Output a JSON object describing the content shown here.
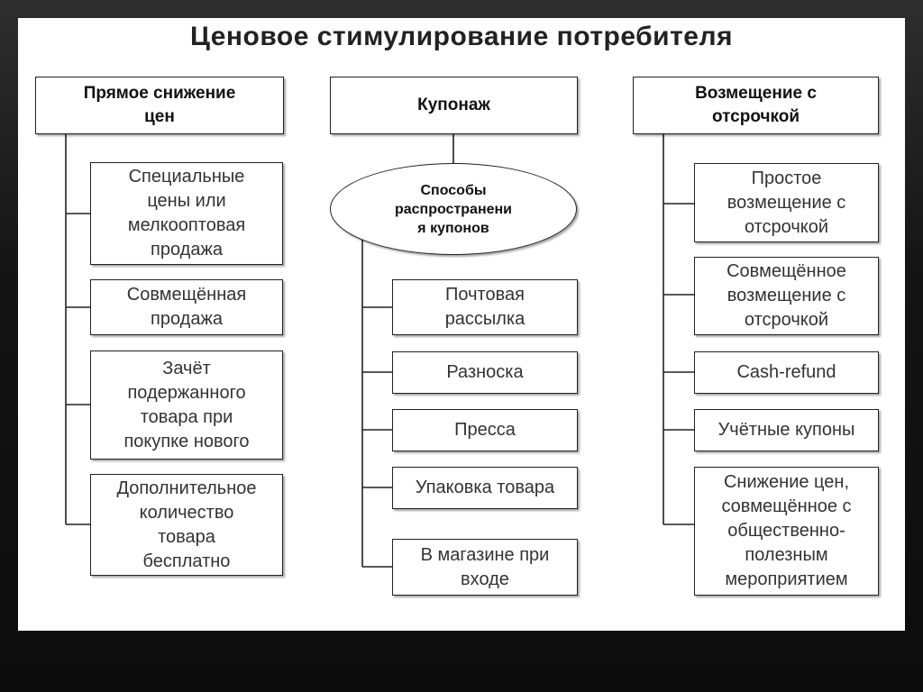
{
  "title": "Ценовое стимулирование потребителя",
  "columns": [
    {
      "header": "Прямое снижение\nцен",
      "items": [
        "Специальные\nцены или\nмелкооптовая\nпродажа",
        "Совмещённая\nпродажа",
        "Зачёт\nподержанного\nтовара при\nпокупке нового",
        "Дополнительное\nколичество\nтовара\nбесплатно"
      ]
    },
    {
      "header": "Купонаж",
      "ellipse": "Способы\nраспространени\nя купонов",
      "items": [
        "Почтовая\nрассылка",
        "Разноска",
        "Пресса",
        "Упаковка товара",
        "В магазине при\nвходе"
      ]
    },
    {
      "header": "Возмещение с\nотсрочкой",
      "items": [
        "Простое\nвозмещение с\nотсрочкой",
        "Совмещённое\nвозмещение с\nотсрочкой",
        "Cash-refund",
        "Учётные купоны",
        "Снижение цен,\nсовмещённое с\nобщественно-\nполезным\nмероприятием"
      ]
    }
  ]
}
